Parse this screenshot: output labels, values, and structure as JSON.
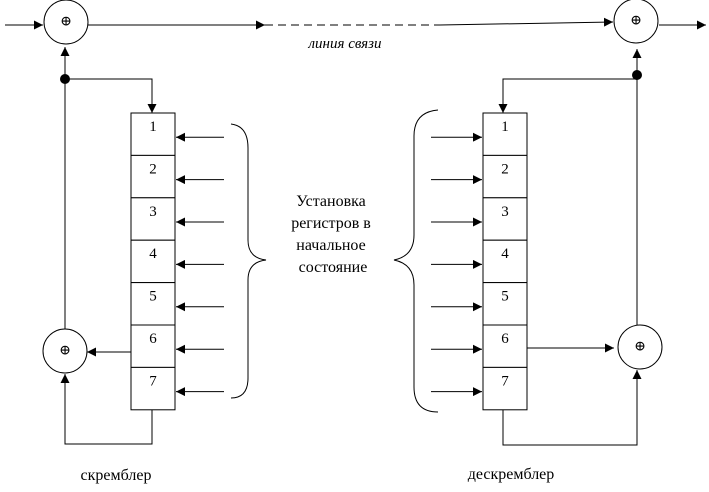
{
  "diagram": {
    "line_label": "линия связи",
    "center_label": [
      "Установка",
      "регистров в",
      "начальное",
      "состояние"
    ],
    "scrambler_label": "скремблер",
    "descrambler_label": "дескремблер",
    "xor_symbol": "⊕",
    "scrambler_cells": [
      "1",
      "2",
      "3",
      "4",
      "5",
      "6",
      "7"
    ],
    "descrambler_cells": [
      "1",
      "2",
      "3",
      "4",
      "5",
      "6",
      "7"
    ]
  }
}
